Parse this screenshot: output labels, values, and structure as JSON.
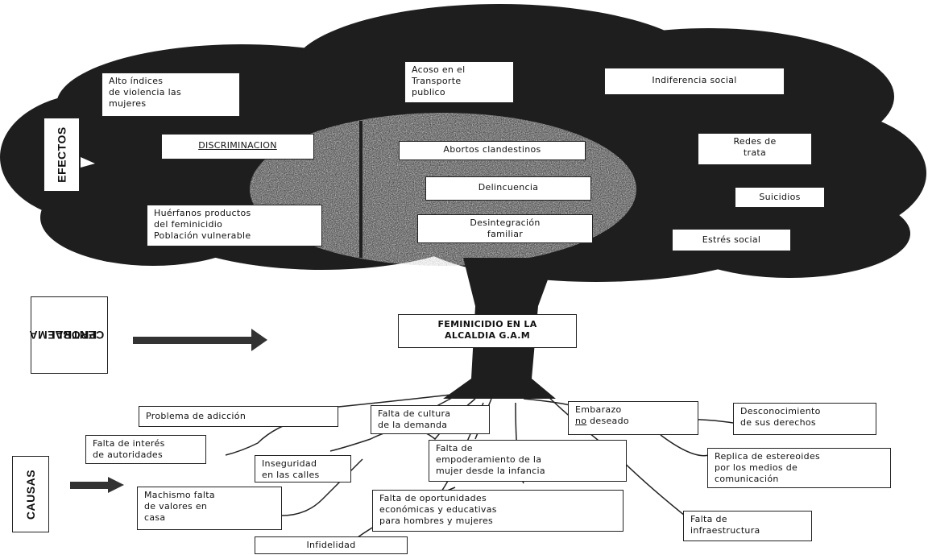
{
  "labels": {
    "efectos": "EFECTOS",
    "problema_line1": "PROBLEMA",
    "problema_line2": "CENTRAL",
    "causas": "CAUSAS"
  },
  "effects": {
    "violencia": [
      "Alto índices",
      "de violencia las",
      "mujeres"
    ],
    "acoso": [
      "Acoso en el",
      "Transporte",
      "publico"
    ],
    "indiferencia": "Indiferencia social",
    "discriminacion": "DISCRIMINACION",
    "abortos": "Abortos clandestinos",
    "redes": [
      "Redes de",
      "trata"
    ],
    "delincuencia": "Delincuencia",
    "suicidios": "Suicidios",
    "huerfanos": [
      "Huérfanos productos",
      "del feminicidio",
      "Población vulnerable"
    ],
    "desintegracion": [
      "Desintegración",
      "familiar"
    ],
    "estres": "Estrés social"
  },
  "central_problem": [
    "FEMINICIDIO EN LA",
    "ALCALDIA G.A.M"
  ],
  "causes": {
    "adiccion": "Problema de adicción",
    "cultura": [
      "Falta de cultura",
      "de la demanda"
    ],
    "embarazo_word": "Embarazo",
    "embarazo_no": "no",
    "embarazo_rest": "deseado",
    "desconocimiento": [
      "Desconocimiento",
      "de sus derechos"
    ],
    "interes": [
      "Falta de interés",
      "de autoridades"
    ],
    "inseguridad": [
      "Inseguridad",
      "en las calles"
    ],
    "empoderamiento": [
      "Falta de",
      "empoderamiento de la",
      "mujer desde la infancia"
    ],
    "replica": [
      "Replica de estereoides",
      "por los medios de",
      "comunicación"
    ],
    "machismo": [
      "Machismo falta",
      "de valores en",
      "casa"
    ],
    "oportunidades": [
      "Falta de oportunidades",
      "económicas y educativas",
      "para hombres y mujeres"
    ],
    "infraestructura": [
      "Falta de",
      "infraestructura"
    ],
    "infidelidad": "Infidelidad"
  },
  "colors": {
    "canopy": "#1e1e1e",
    "speckle": "#9a9a9a",
    "line": "#222222"
  }
}
